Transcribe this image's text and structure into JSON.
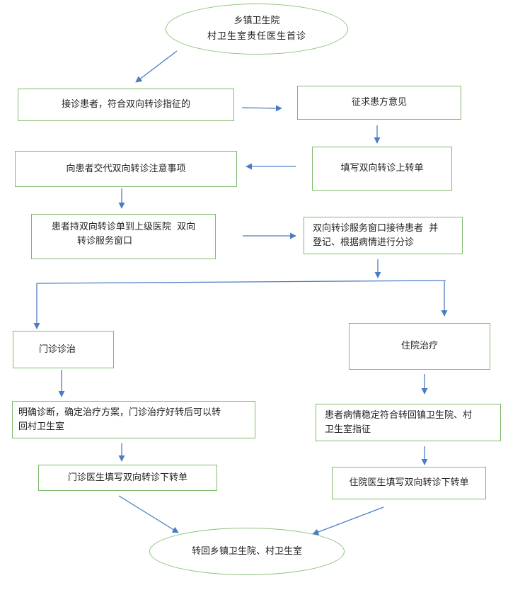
{
  "start": {
    "line1": "乡镇卫生院",
    "line2": "村卫生室责任医生首诊"
  },
  "steps": {
    "receive_patient": "接诊患者，符合双向转诊指征的",
    "seek_opinion": "征求患方意见",
    "fill_up_form": "填写双向转诊上转单",
    "inform_notes": "向患者交代双向转诊注意事项",
    "go_upper_line1": "患者持双向转诊单到上级医院  双向",
    "go_upper_line2": "转诊服务窗口",
    "window_line1": "双向转诊服务窗口接待患者  并",
    "window_line2": "登记、根据病情进行分诊",
    "outpatient": "门诊诊治",
    "inpatient": "住院治疗",
    "diagnose_line1": "明确诊断，确定治疗方案，门诊治疗好转后可以转",
    "diagnose_line2": "回村卫生室",
    "stable_line1": "患者病情稳定符合转回镇卫生院、村",
    "stable_line2": "卫生室指征",
    "outpatient_down": "门诊医生填写双向转诊下转单",
    "inpatient_down": "住院医生填写双向转诊下转单"
  },
  "end": {
    "label": "转回乡镇卫生院、村卫生室"
  },
  "colors": {
    "box_border": "#7fba6c",
    "arrow": "#4a7cc4"
  }
}
